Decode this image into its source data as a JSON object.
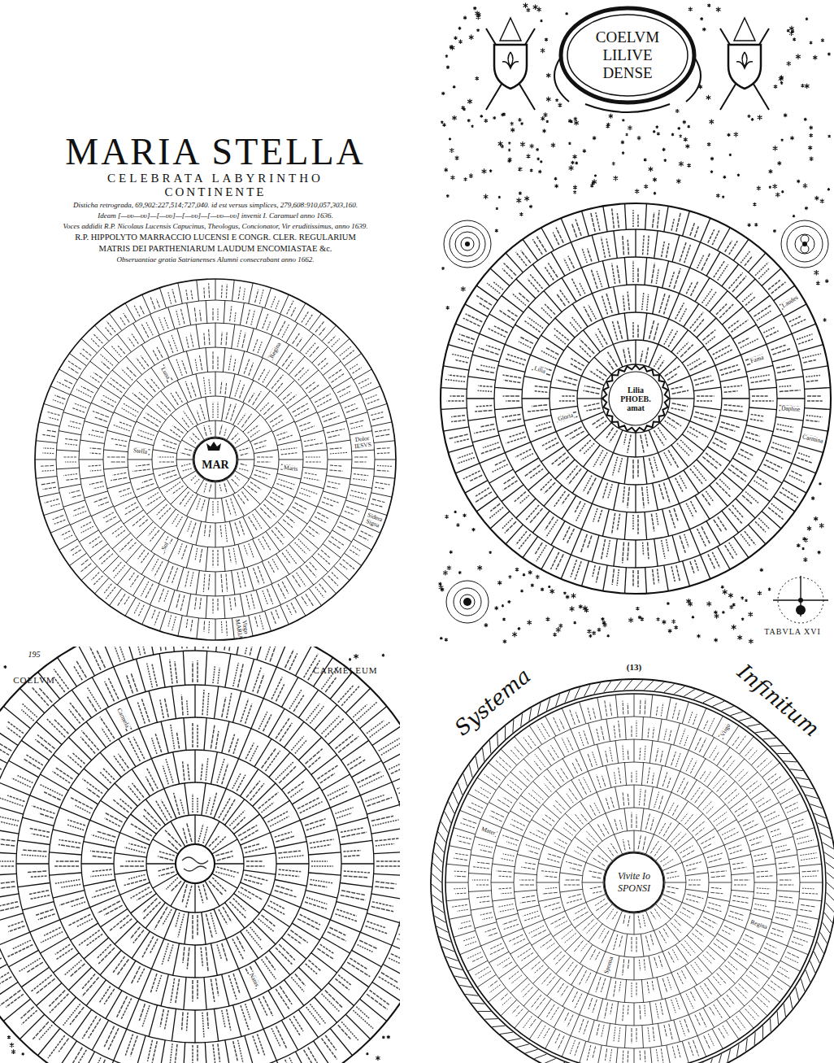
{
  "diagram": {
    "title": "MARIA STELLA",
    "nodes": [
      {
        "text": [
          "MAR"
        ]
      },
      {
        "text": [
          "COELVM LILIVE DENSE"
        ]
      },
      {
        "text": [
          "Lilia PHOEB. amat"
        ]
      },
      {
        "text": [
          "Vivite Io SPONSI"
        ]
      }
    ],
    "labels": [
      "CELEBRATA LABYRINTHO",
      "CONTINENTE",
      "Disticha retrograda, 69,902:227,514;727,040. id est versus simplices, 279,608:910,057,303,160.",
      "Ideam [—υυ—υυ]—[—υυ]—[—υυ]—[—υυ—υυ] invenit I. Caramuel anno 1636.",
      "Voces addidit R.P. Nicolaus Lucensis Capucinus, Theologus, Concionator, Vir eruditissimus, anno 1639.",
      "R.P. HIPPOLYTO MARRACCIO LUCENSI E CONGR. CLER. REGULARIUM",
      "MATRIS DEI PARTHENIARUM LAUDUM ENCOMIASTAE &c.",
      "Obseruantiae gratia Satrianenses Alumni consecrabant anno 1662.",
      "TABVLA XVI",
      "COELVM",
      "CARMELEUM",
      "(13)",
      "Systema",
      "Infinitum",
      "195",
      "Stella",
      "Maris",
      "Virgo MARIA",
      "Dolor IESVS",
      "Sidera Signa",
      "Sol",
      "Luna",
      "Regina",
      "Carmina",
      "Daphne",
      "Fama",
      "Laudes",
      "Gloria",
      "Lilia",
      "Regina",
      "Mater",
      "Sponsa",
      "Virgo",
      "Natus",
      "Carmela"
    ]
  }
}
